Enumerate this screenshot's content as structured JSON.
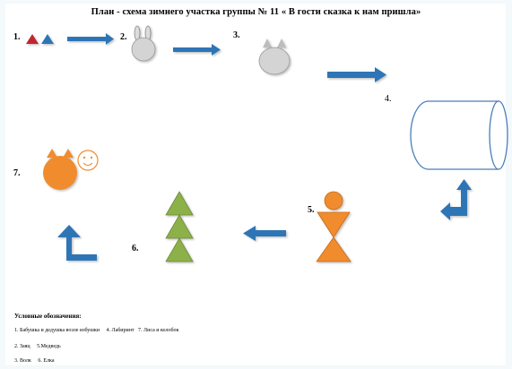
{
  "title": "План - схема зимнего участка группы № 11 « В гости сказка к нам пришла»",
  "steps": {
    "s1": "1.",
    "s2": "2.",
    "s3": "3.",
    "s4": "4.",
    "s5": "5.",
    "s6": "6.",
    "s7": "7."
  },
  "legend": {
    "title": "Условные обозначения:",
    "lines": [
      "1. Бабушка и дедушка возле избушки     4. Лабиринт   7. Лиса и колобок",
      "2. Заяц     5.Медведь",
      "3. Волк     6. Елка"
    ]
  },
  "colors": {
    "red": "#c0272d",
    "blue": "#2e75b6",
    "gray": "#d4d4d4",
    "orange": "#f08c2d",
    "green": "#8db14a",
    "labyrinth_stroke": "#4a7ebb"
  },
  "icons": [
    "triangle-icon",
    "arrow-right-icon",
    "arrow-left-icon",
    "turn-arrow-icon",
    "smiley-icon"
  ]
}
